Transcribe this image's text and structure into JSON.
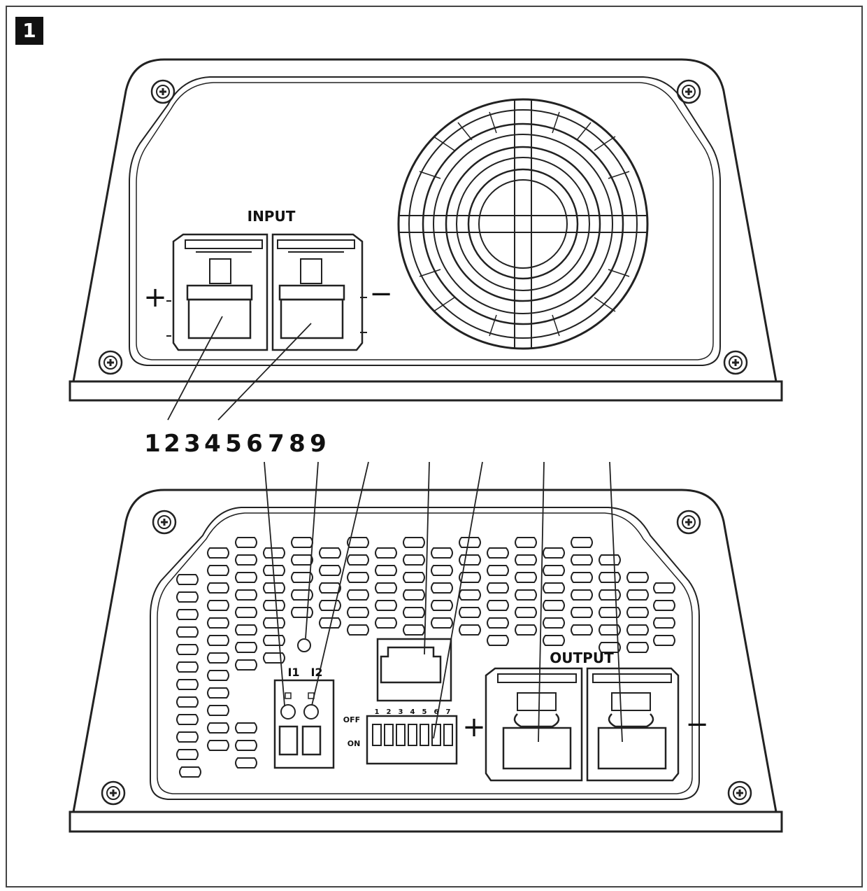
{
  "figure": {
    "number": "1"
  },
  "callouts": [
    "1",
    "2",
    "3",
    "4",
    "5",
    "6",
    "7",
    "8",
    "9"
  ],
  "front_panel": {
    "input_label": "INPUT",
    "plus_symbol": "+",
    "minus_symbol": "−"
  },
  "rear_panel": {
    "output_label": "OUTPUT",
    "led_labels": [
      "I1",
      "I2"
    ],
    "dip_switch_numbers": [
      "1",
      "2",
      "3",
      "4",
      "5",
      "6",
      "7"
    ],
    "dip_off_label": "OFF",
    "dip_on_label": "ON",
    "plus_symbol": "+",
    "minus_symbol": "−"
  },
  "icons": [
    "screw-icon",
    "fan-grille",
    "rj45-port",
    "dip-switch",
    "led-indicator",
    "terminal-block"
  ],
  "colors": {
    "line": "#222222",
    "background": "#ffffff"
  }
}
